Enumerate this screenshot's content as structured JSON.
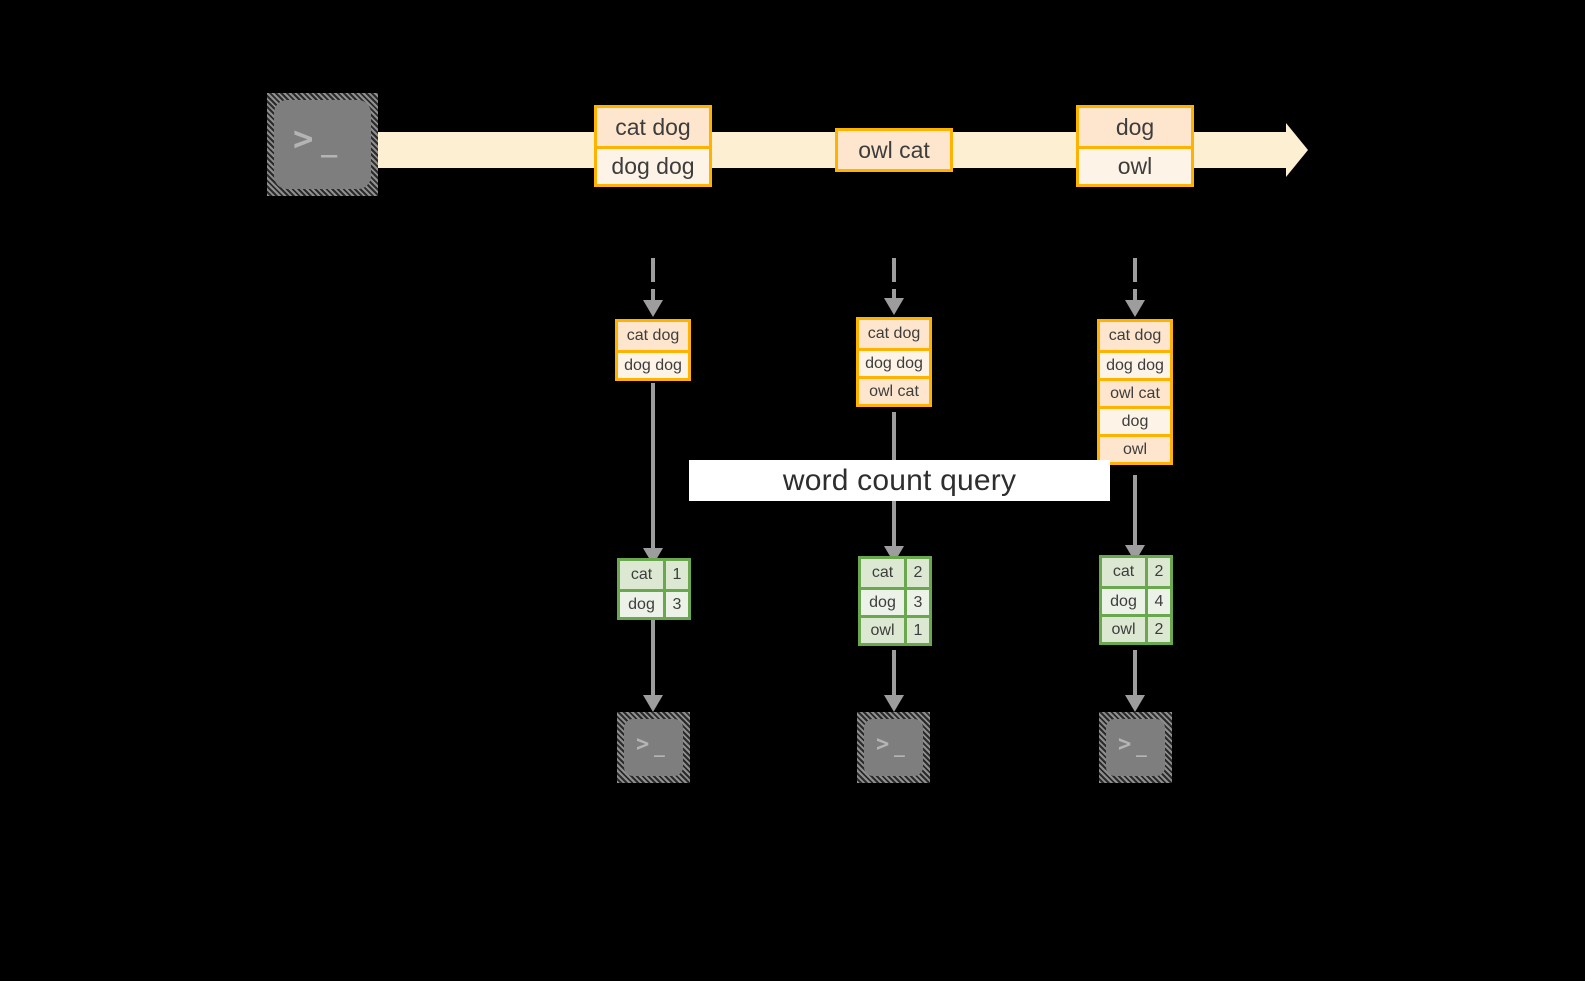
{
  "diagram": {
    "title": "word count query stream diagram",
    "colors": {
      "background": "#000000",
      "stream_arrow": "#fdf0d2",
      "orange_border": "#ffb300",
      "orange_fill_dark": "#fde6cd",
      "orange_fill_light": "#fdf3e6",
      "green_border": "#69a84f",
      "green_fill_dark": "#dde8d3",
      "green_fill_light": "#edf2e8",
      "arrow_grey": "#9d9d9d",
      "terminal_grey": "#7e7e7e",
      "banner_fill": "#ffffff",
      "text": "#3d3d3d"
    },
    "source": {
      "icon": "terminal-icon",
      "glyph_chevron": ">",
      "glyph_underscore": "_"
    },
    "banner": {
      "label": "word count query"
    },
    "stream": {
      "groups": [
        {
          "id": "group-1",
          "records": [
            {
              "text": "cat dog",
              "shade": "dark"
            },
            {
              "text": "dog dog",
              "shade": "light"
            }
          ]
        },
        {
          "id": "group-2",
          "records": [
            {
              "text": "owl cat",
              "shade": "dark"
            }
          ]
        },
        {
          "id": "group-3",
          "records": [
            {
              "text": "dog",
              "shade": "dark"
            },
            {
              "text": "owl",
              "shade": "light"
            }
          ]
        }
      ]
    },
    "columns": [
      {
        "id": "column-1",
        "accumulated": {
          "rows": [
            {
              "text": "cat dog",
              "shade": "dark"
            },
            {
              "text": "dog dog",
              "shade": "light"
            }
          ]
        },
        "result": {
          "rows": [
            {
              "word": "cat",
              "count": "1",
              "shade": "dark"
            },
            {
              "word": "dog",
              "count": "3",
              "shade": "light"
            }
          ]
        },
        "sink": {
          "icon": "terminal-icon",
          "glyph_chevron": ">",
          "glyph_underscore": "_"
        }
      },
      {
        "id": "column-2",
        "accumulated": {
          "rows": [
            {
              "text": "cat dog",
              "shade": "dark"
            },
            {
              "text": "dog dog",
              "shade": "light"
            },
            {
              "text": "owl cat",
              "shade": "dark"
            }
          ]
        },
        "result": {
          "rows": [
            {
              "word": "cat",
              "count": "2",
              "shade": "dark"
            },
            {
              "word": "dog",
              "count": "3",
              "shade": "light"
            },
            {
              "word": "owl",
              "count": "1",
              "shade": "dark"
            }
          ]
        },
        "sink": {
          "icon": "terminal-icon",
          "glyph_chevron": ">",
          "glyph_underscore": "_"
        }
      },
      {
        "id": "column-3",
        "accumulated": {
          "rows": [
            {
              "text": "cat dog",
              "shade": "dark"
            },
            {
              "text": "dog dog",
              "shade": "light"
            },
            {
              "text": "owl cat",
              "shade": "dark"
            },
            {
              "text": "dog",
              "shade": "light"
            },
            {
              "text": "owl",
              "shade": "dark"
            }
          ]
        },
        "result": {
          "rows": [
            {
              "word": "cat",
              "count": "2",
              "shade": "dark"
            },
            {
              "word": "dog",
              "count": "4",
              "shade": "light"
            },
            {
              "word": "owl",
              "count": "2",
              "shade": "dark"
            }
          ]
        },
        "sink": {
          "icon": "terminal-icon",
          "glyph_chevron": ">",
          "glyph_underscore": "_"
        }
      }
    ]
  }
}
